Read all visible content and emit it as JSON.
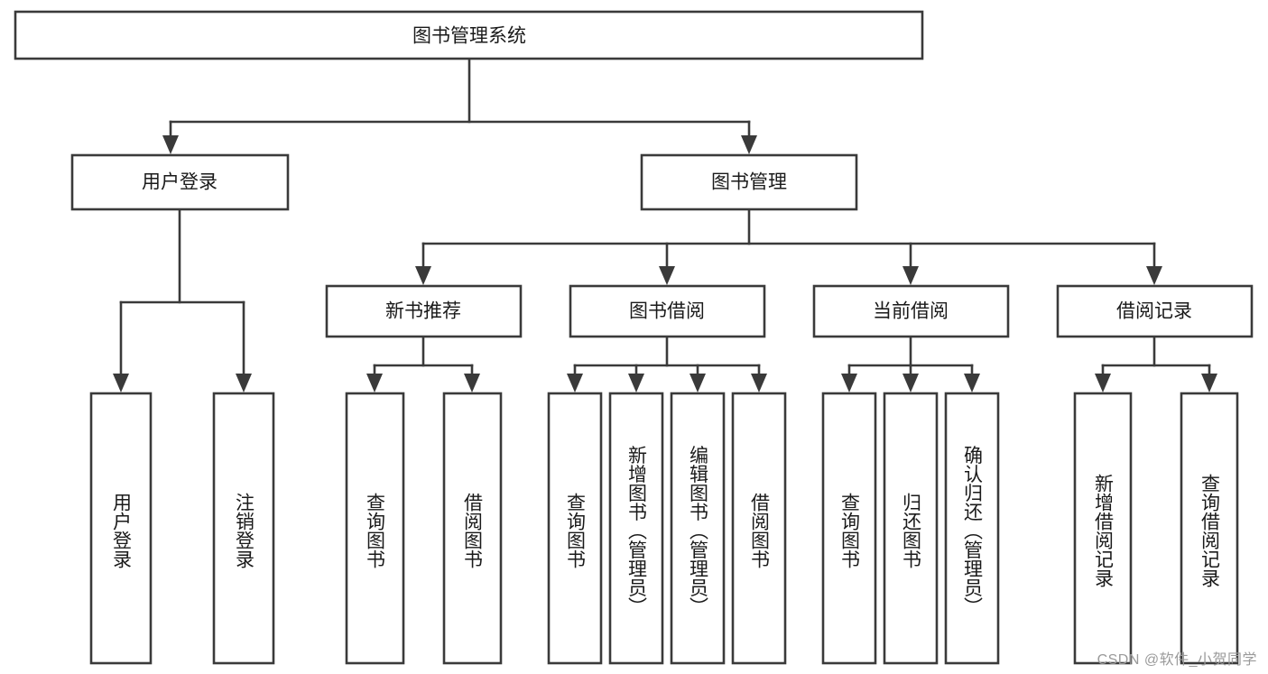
{
  "diagram": {
    "type": "tree-hierarchy",
    "title": "图书管理系统",
    "watermark": "CSDN @软件_小贺同学",
    "colors": {
      "box_stroke": "#3a3a3a",
      "box_fill": "#ffffff",
      "text": "#1a1a1a",
      "connector": "#3a3a3a",
      "watermark": "#9a9a9a",
      "background": "#ffffff"
    },
    "levels": {
      "root": {
        "label": "图书管理系统"
      },
      "level2": [
        {
          "id": "user-login",
          "label": "用户登录"
        },
        {
          "id": "book-manage",
          "label": "图书管理"
        }
      ],
      "level3": [
        {
          "id": "new-book-recommend",
          "label": "新书推荐"
        },
        {
          "id": "book-borrow",
          "label": "图书借阅"
        },
        {
          "id": "current-borrow",
          "label": "当前借阅"
        },
        {
          "id": "borrow-record",
          "label": "借阅记录"
        }
      ],
      "leaves": {
        "user-login": [
          {
            "id": "leaf-user-login",
            "label": "用户登录"
          },
          {
            "id": "leaf-user-logout",
            "label": "注销登录"
          }
        ],
        "new-book-recommend": [
          {
            "id": "leaf-query-book-1",
            "label": "查询图书"
          },
          {
            "id": "leaf-borrow-book-1",
            "label": "借阅图书"
          }
        ],
        "book-borrow": [
          {
            "id": "leaf-query-book-2",
            "label": "查询图书"
          },
          {
            "id": "leaf-add-book",
            "label": "新增图书（管理员）"
          },
          {
            "id": "leaf-edit-book",
            "label": "编辑图书（管理员）"
          },
          {
            "id": "leaf-borrow-book-2",
            "label": "借阅图书"
          }
        ],
        "current-borrow": [
          {
            "id": "leaf-query-book-3",
            "label": "查询图书"
          },
          {
            "id": "leaf-return-book",
            "label": "归还图书"
          },
          {
            "id": "leaf-confirm-return",
            "label": "确认归还（管理员）"
          }
        ],
        "borrow-record": [
          {
            "id": "leaf-add-record",
            "label": "新增借阅记录"
          },
          {
            "id": "leaf-query-record",
            "label": "查询借阅记录"
          }
        ]
      }
    }
  }
}
